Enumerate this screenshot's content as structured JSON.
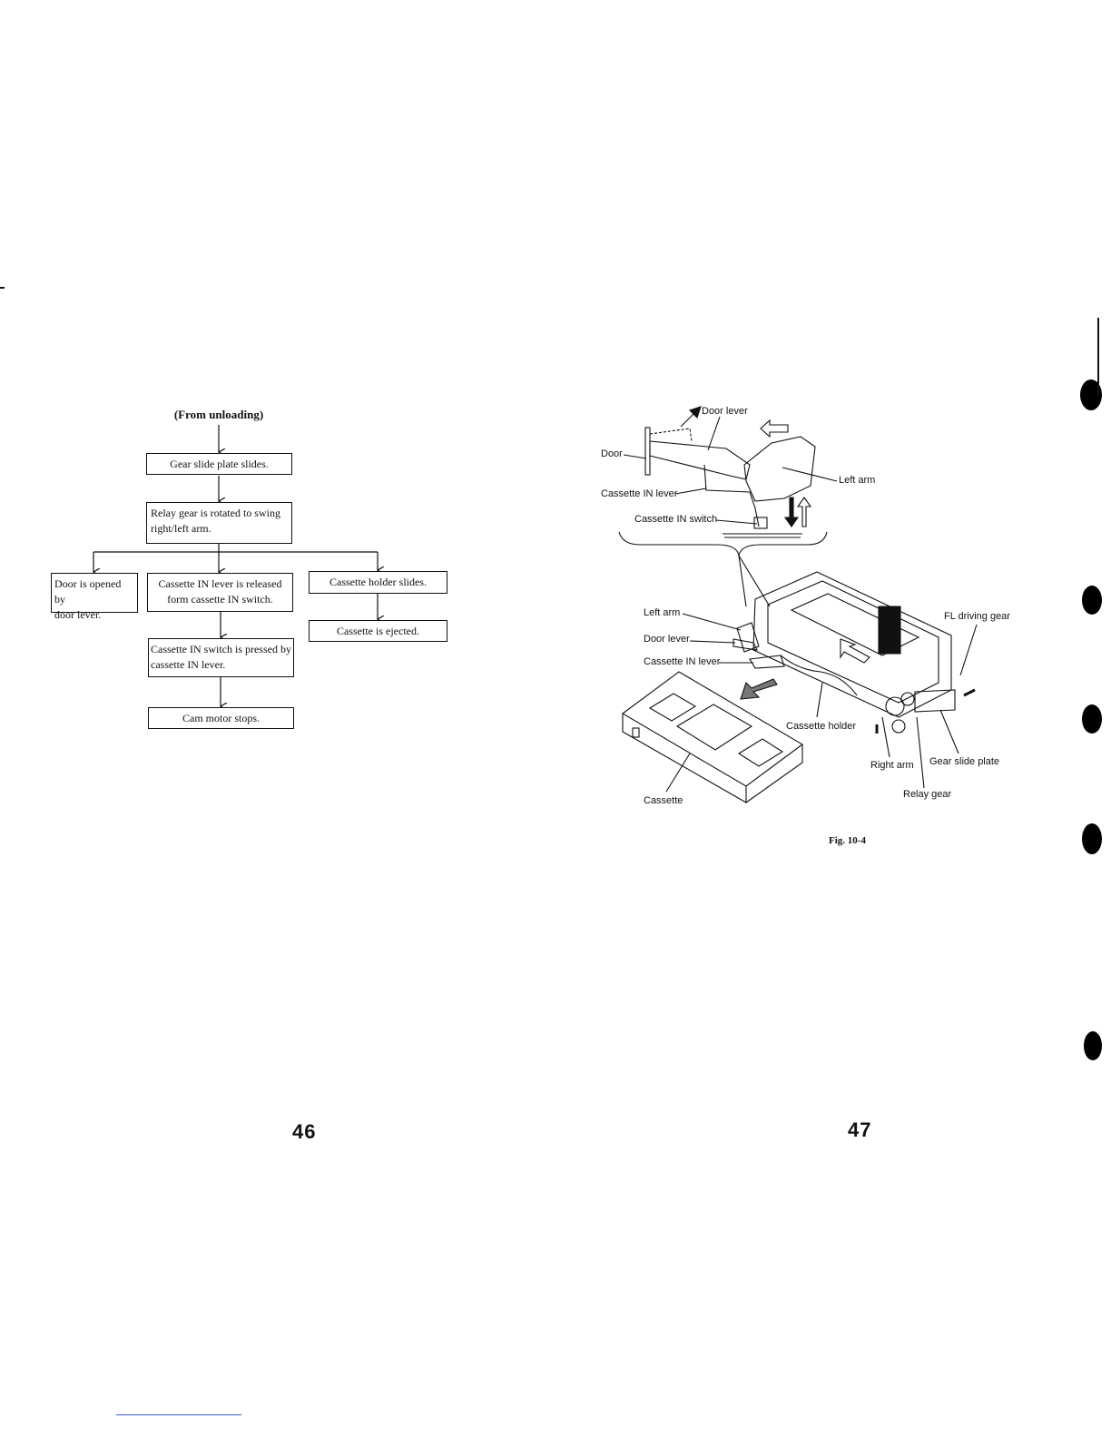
{
  "flowchart": {
    "start": "(From unloading)",
    "step1": "Gear slide plate slides.",
    "step2": "Relay gear is rotated to swing\nright/left arm.",
    "branch_left": "Door is opened by\ndoor lever.",
    "branch_mid": "Cassette IN lever is released\nform cassette IN switch.",
    "branch_right": "Cassette holder slides.",
    "branch_right_next": "Cassette is ejected.",
    "mid_next": "Cassette IN switch is pressed by\ncassette IN lever.",
    "end": "Cam motor stops."
  },
  "figure": {
    "caption": "Fig. 10-4",
    "labels": {
      "door_lever_top": "Door lever",
      "door": "Door",
      "cassette_in_lever_top": "Cassette IN lever",
      "cassette_in_switch": "Cassette IN switch",
      "left_arm_top": "Left arm",
      "left_arm": "Left arm",
      "door_lever": "Door lever",
      "cassette_in_lever": "Cassette IN lever",
      "fl_driving_gear": "FL driving gear",
      "cassette_holder": "Cassette holder",
      "right_arm": "Right arm",
      "gear_slide_plate": "Gear slide plate",
      "relay_gear": "Relay gear",
      "cassette": "Cassette"
    }
  },
  "page_numbers": {
    "left": "46",
    "right": "47"
  }
}
